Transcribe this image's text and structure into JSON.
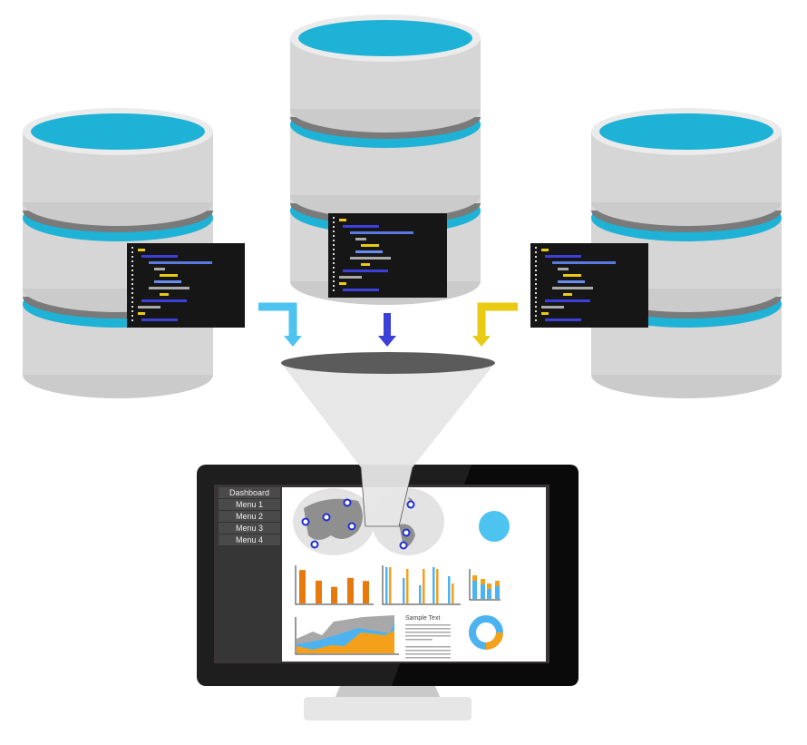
{
  "dashboard": {
    "menu": [
      "Dashboard",
      "Menu 1",
      "Menu 2",
      "Menu 3",
      "Menu 4"
    ],
    "sample_heading": "Sample Text"
  },
  "colors": {
    "db_blue": "#1db2d6",
    "arrow_light_blue": "#4dc3ef",
    "arrow_blue": "#3c3fd8",
    "arrow_yellow": "#e8cb12",
    "code_bg": "#161616"
  }
}
